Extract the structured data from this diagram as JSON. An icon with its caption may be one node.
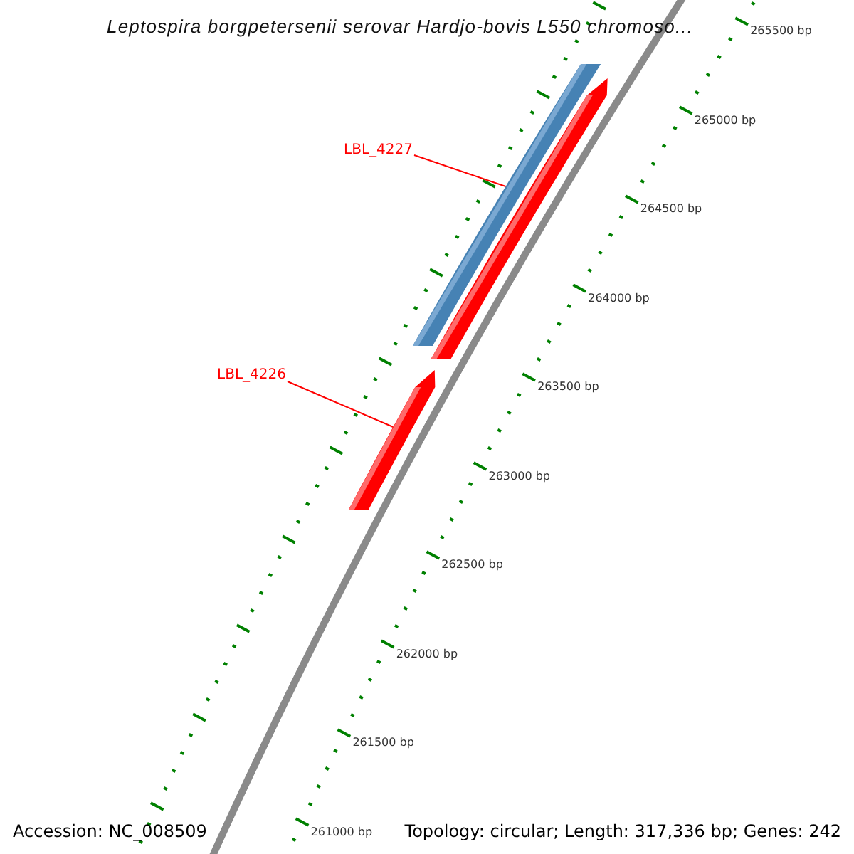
{
  "diagram": {
    "title": "Leptospira borgpetersenii serovar Hardjo-bovis L550 chromoso...",
    "nodes": [
      {
        "text": [
          "LBL_4227"
        ]
      },
      {
        "text": [],
        "shape": "bar"
      },
      {
        "text": [],
        "shape": "arrow"
      },
      {
        "text": [
          "LBL_4226"
        ]
      },
      {
        "text": [],
        "shape": "arrow"
      }
    ],
    "edges": [
      {
        "from": 0,
        "to": 1,
        "arrow": "none"
      },
      {
        "from": 3,
        "to": 4,
        "arrow": "none"
      }
    ],
    "labels": [
      "265500 bp",
      "265000 bp",
      "264500 bp",
      "264000 bp",
      "263500 bp",
      "263000 bp",
      "262500 bp",
      "262000 bp",
      "261500 bp",
      "261000 bp",
      "Accession: NC_008509",
      "Topology: circular; Length: 317,336 bp; Genes: 242"
    ]
  }
}
